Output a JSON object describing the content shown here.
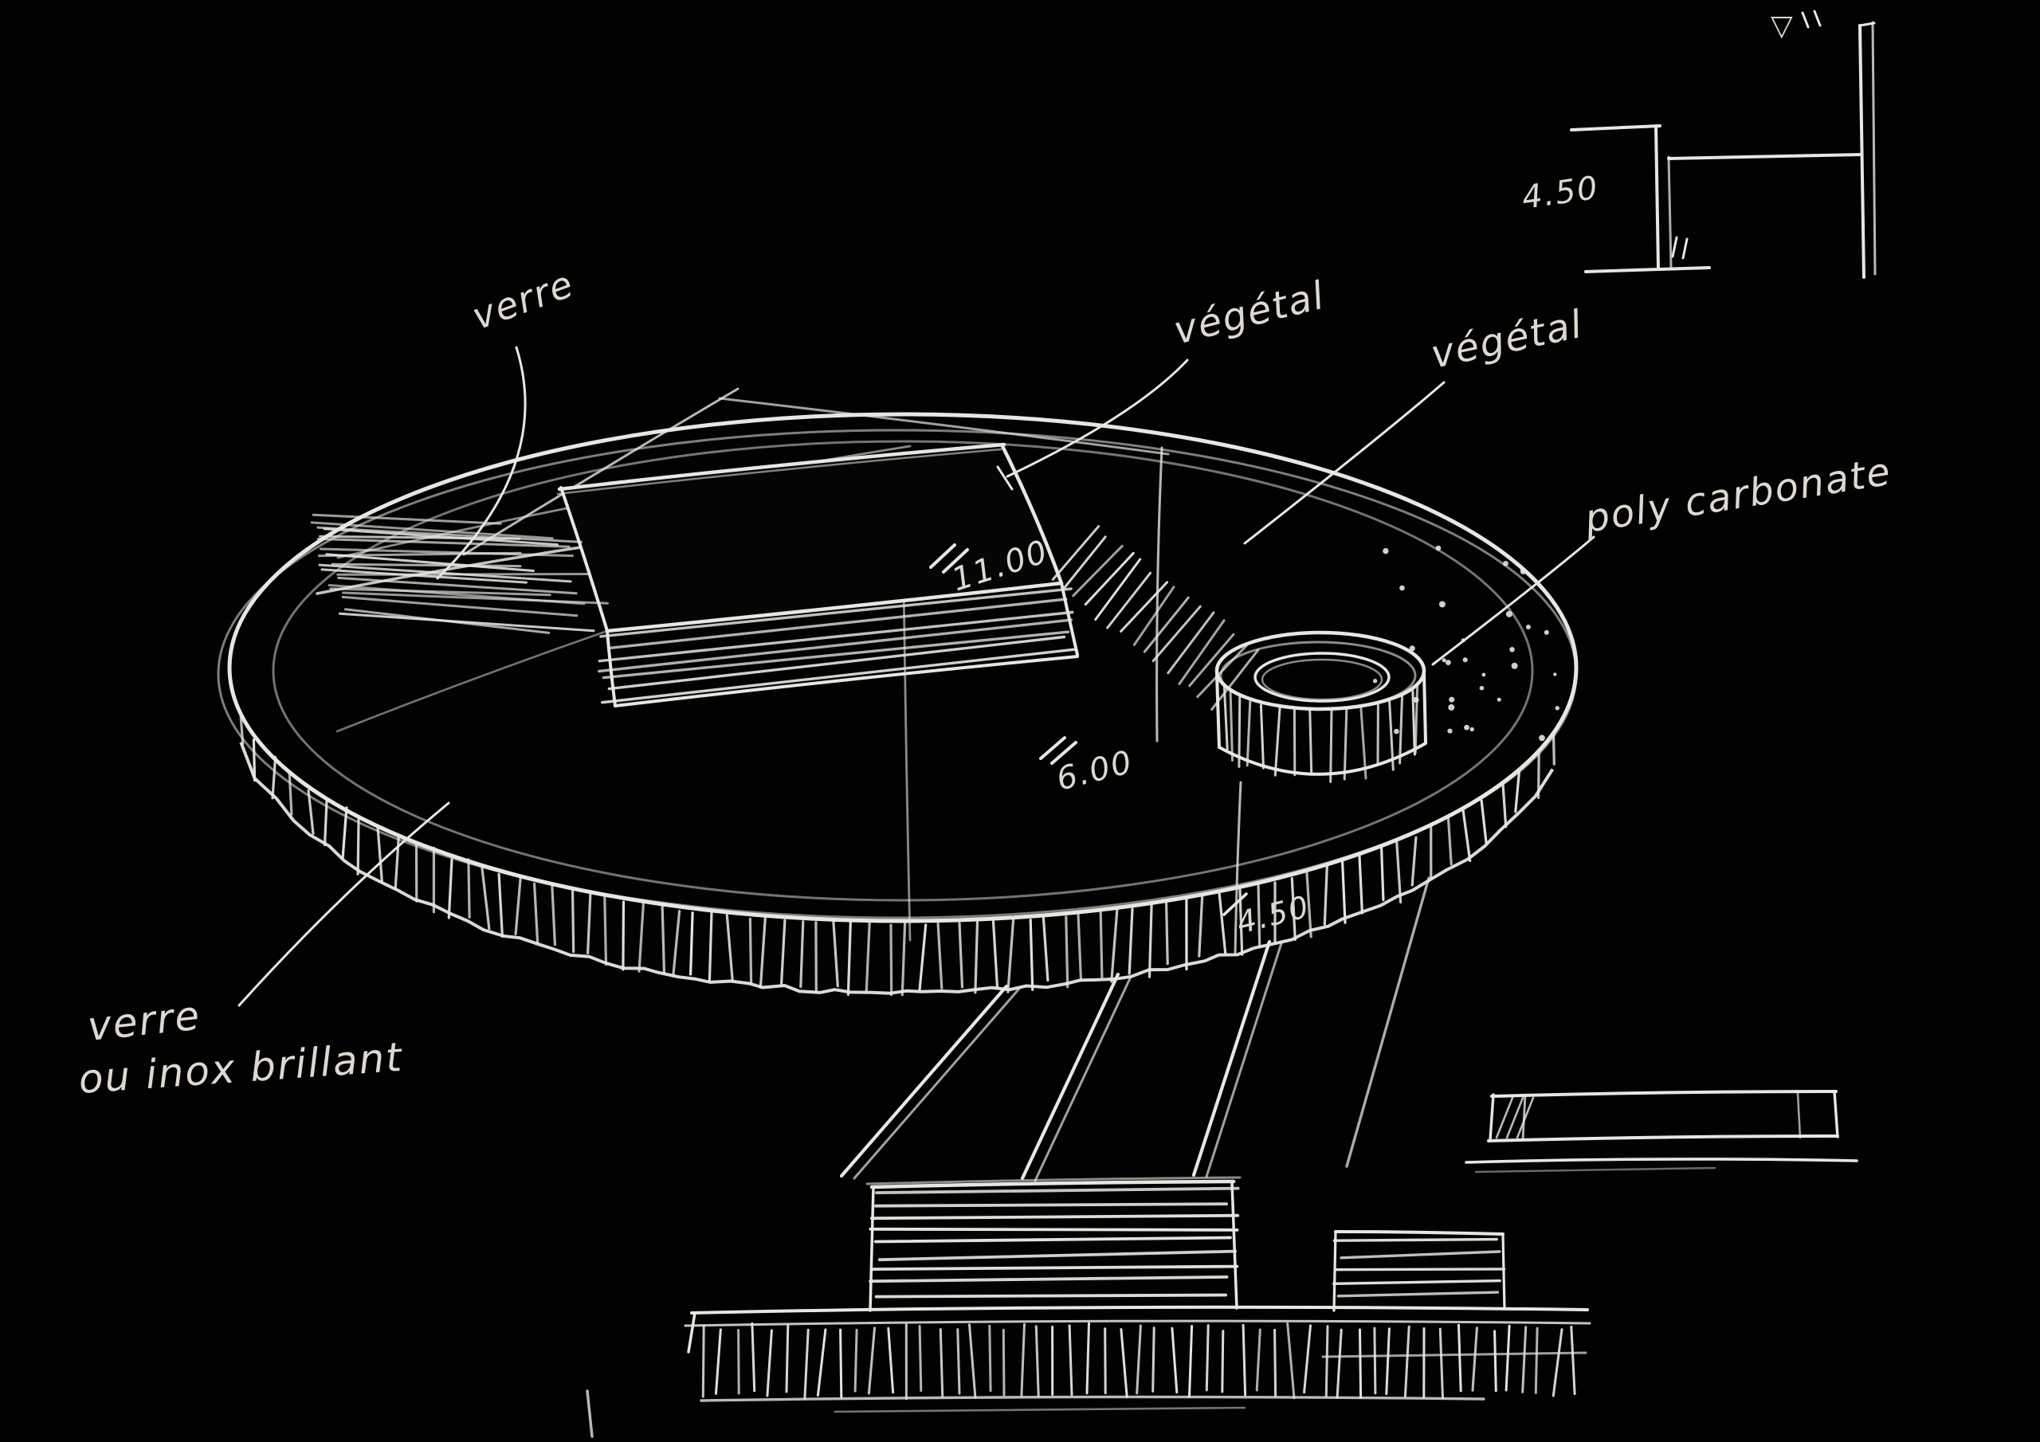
{
  "sketch": {
    "labels": {
      "verre_top": "verre",
      "vegetal_center": "végétal",
      "vegetal_right": "végétal",
      "polycarbonate": "poly carbonate",
      "material_line1": "verre",
      "material_line2": "ou inox brillant"
    },
    "dimensions": {
      "height_main": "11.00",
      "height_mid": "6.00",
      "height_low": "4.50",
      "detail_height": "4.50",
      "level_marker": "▽"
    },
    "colors": {
      "background": "#020202",
      "ink": "#e8e6e0"
    }
  }
}
